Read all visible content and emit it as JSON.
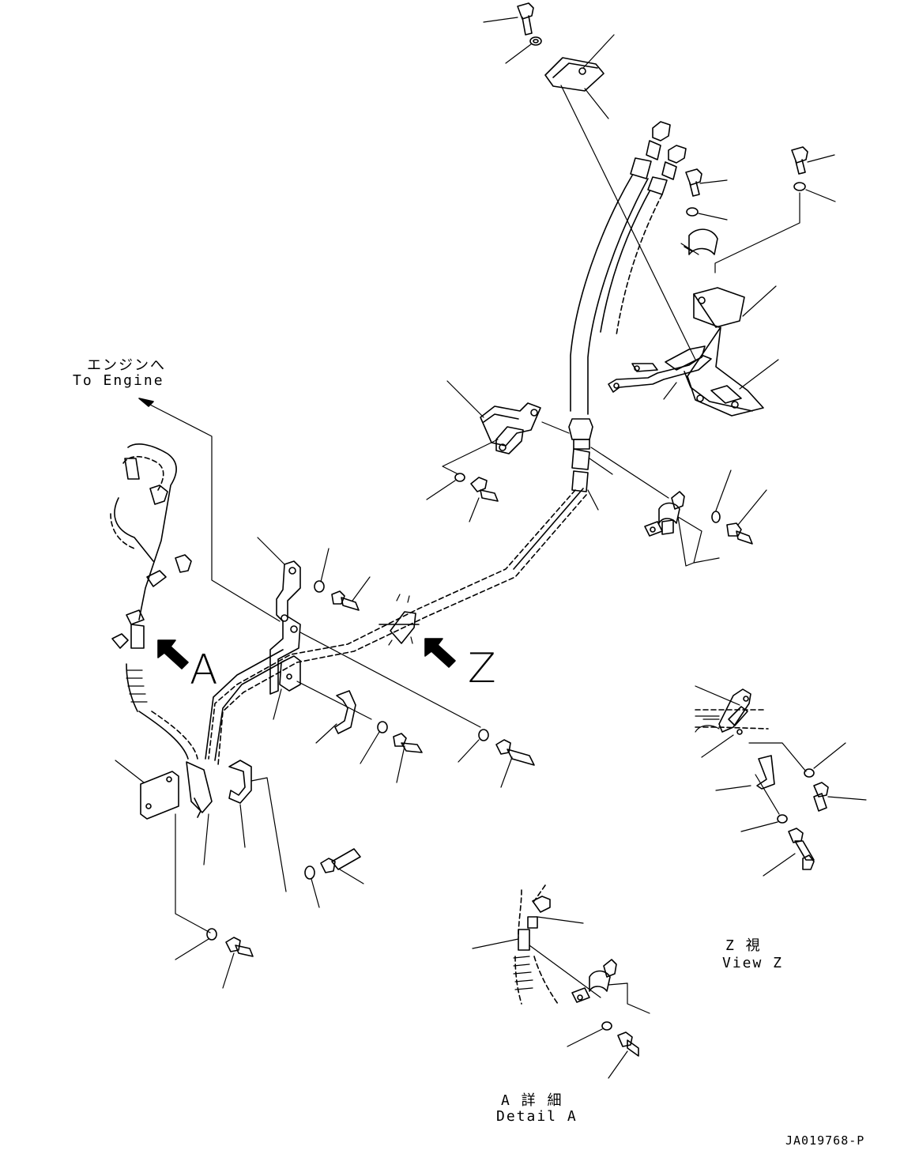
{
  "labels": {
    "to_engine_jp": "エンジンへ",
    "to_engine_en": "To Engine",
    "view_a": "A",
    "view_z": "Z",
    "view_z_caption_jp": "Z 視",
    "view_z_caption_en": "View Z",
    "detail_a_caption_jp": "A 詳 細",
    "detail_a_caption_en": "Detail A",
    "drawing_code": "JA019768-P"
  },
  "colors": {
    "line": "#000000",
    "hidden_line": "#000000",
    "background": "#ffffff"
  }
}
